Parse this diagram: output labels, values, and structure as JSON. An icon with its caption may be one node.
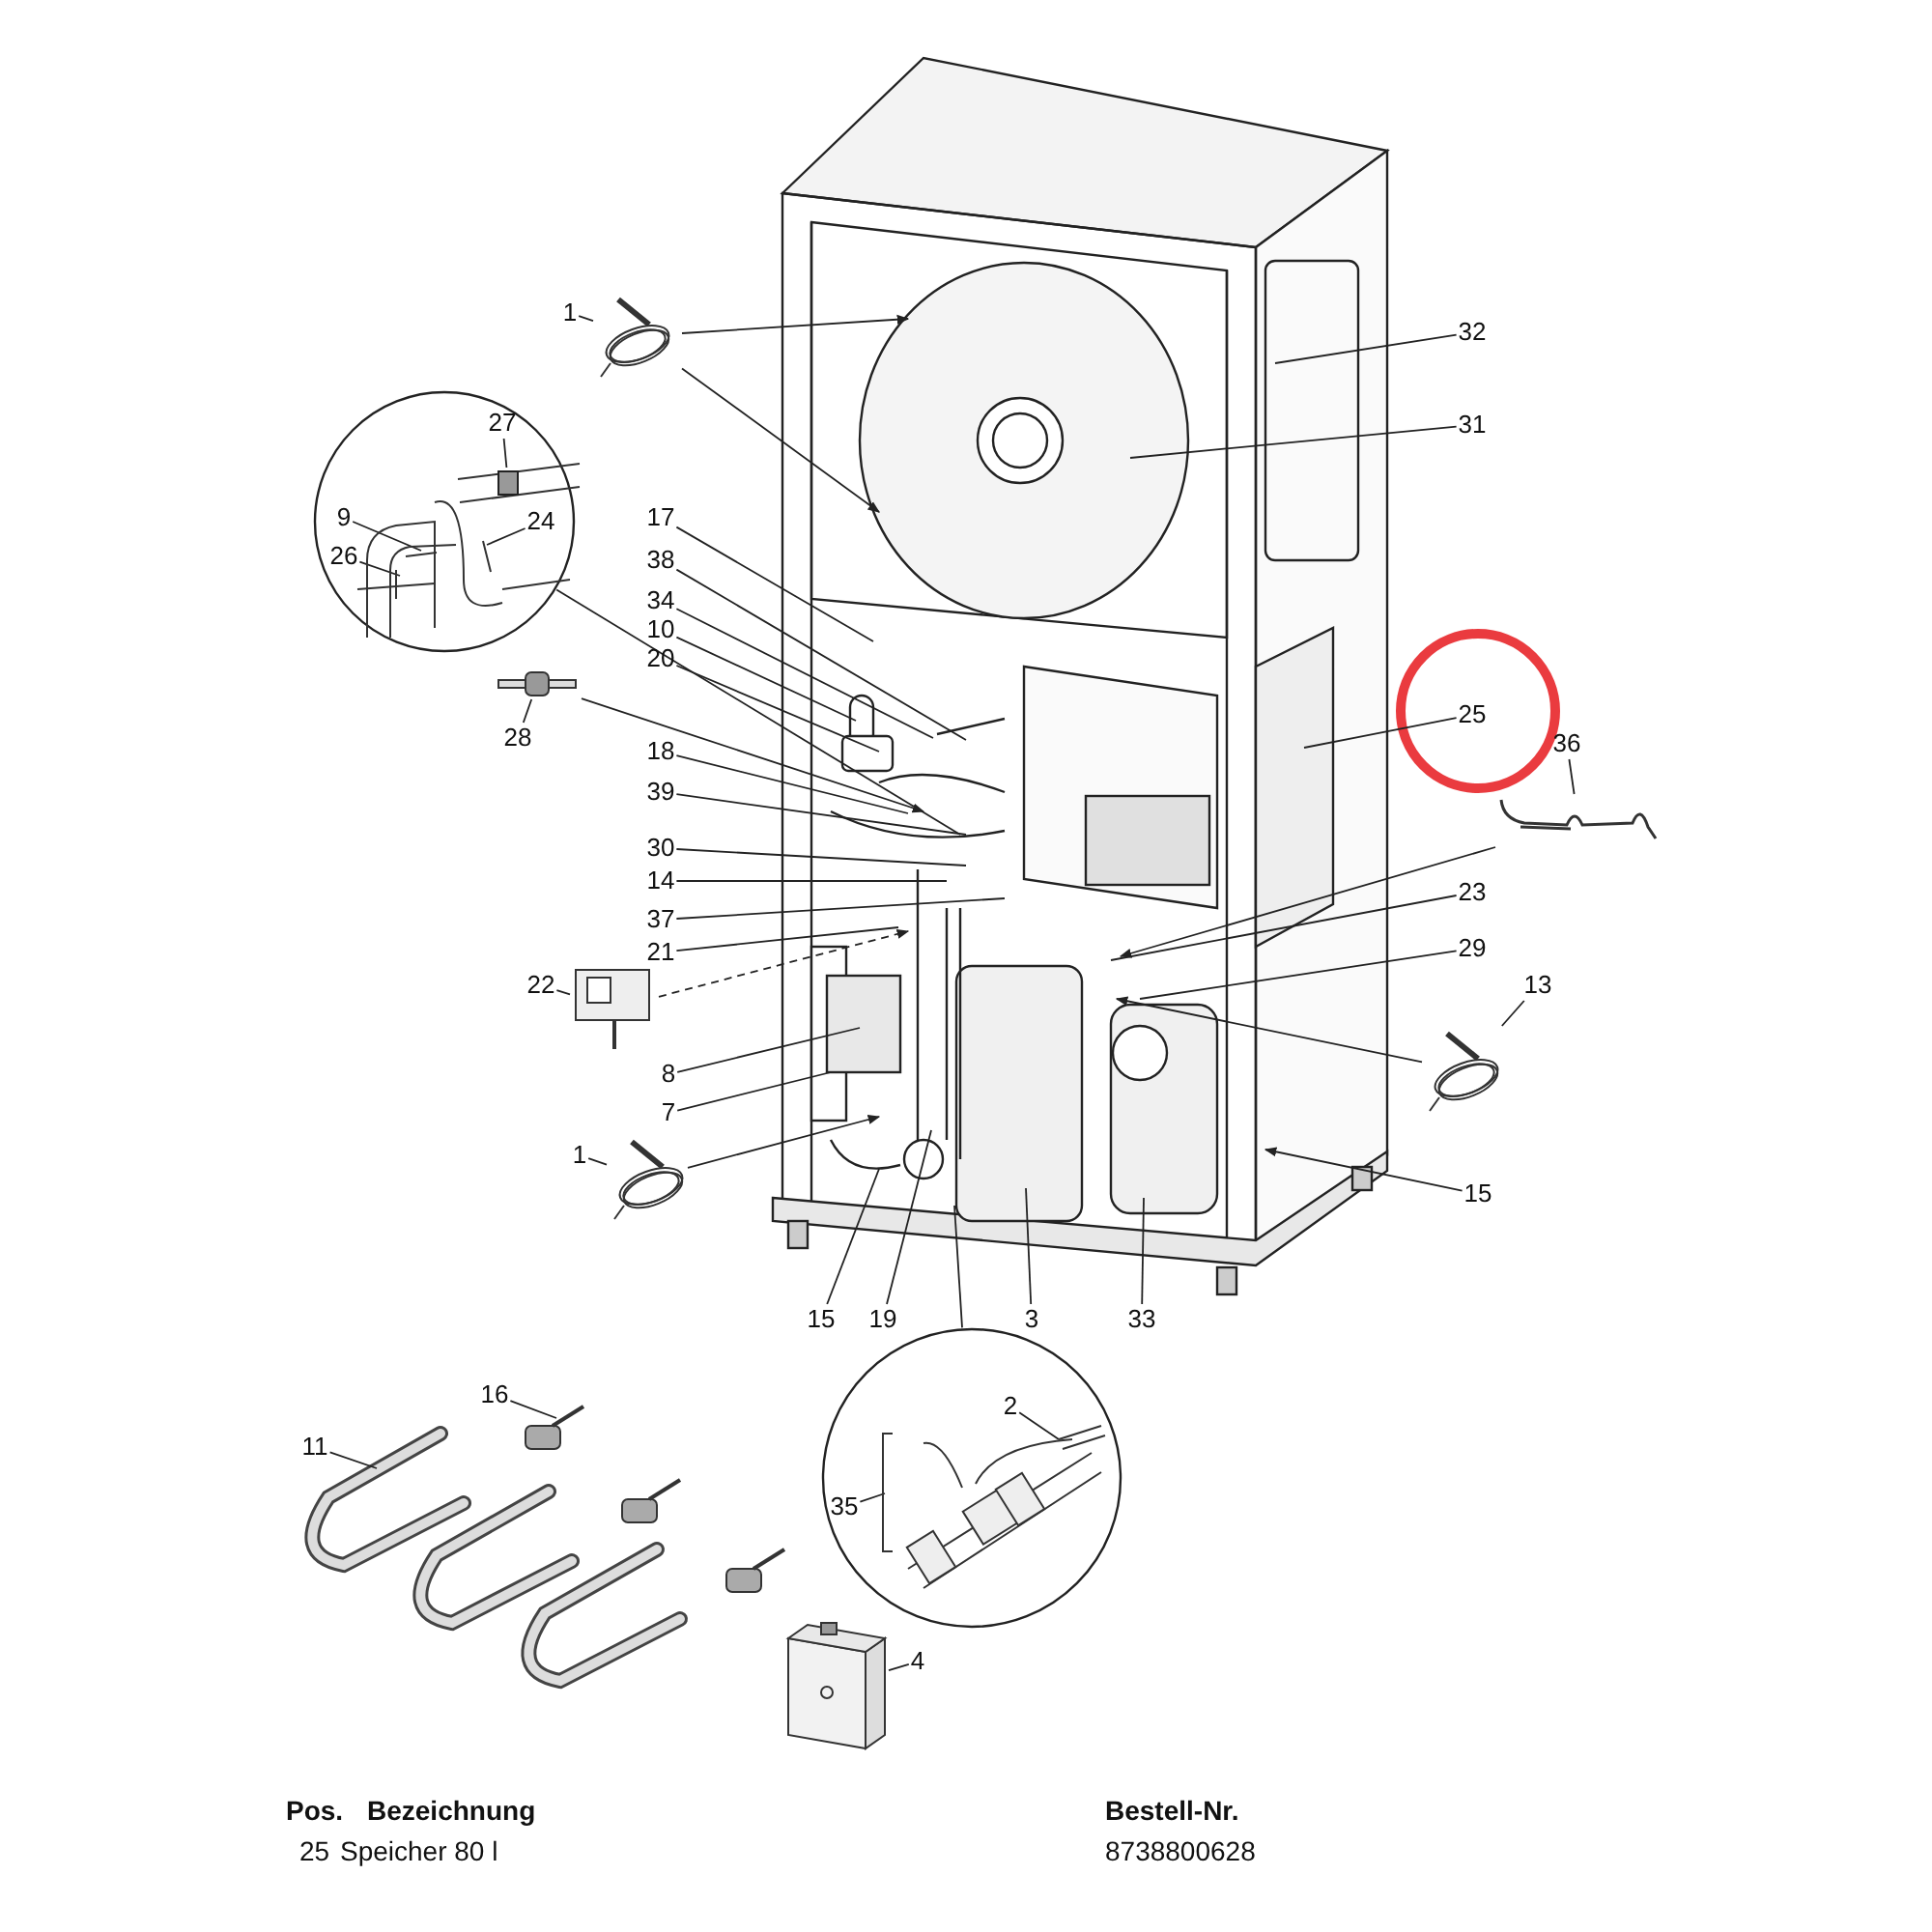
{
  "diagram": {
    "nodes": [
      {
        "text": [
          "1"
        ]
      },
      {
        "text": [],
        "shape": "picture"
      },
      {
        "text": [],
        "shape": "circle"
      },
      {
        "text": [
          "27"
        ],
        "in": 2
      },
      {
        "text": [
          "9"
        ],
        "in": 2
      },
      {
        "text": [
          "24"
        ],
        "in": 2
      },
      {
        "text": [
          "26"
        ],
        "in": 2
      },
      {
        "text": [
          "17"
        ]
      },
      {
        "text": [
          "38"
        ]
      },
      {
        "text": [
          "34"
        ]
      },
      {
        "text": [
          "10"
        ]
      },
      {
        "text": [
          "20"
        ]
      },
      {
        "text": [],
        "shape": "picture"
      },
      {
        "text": [
          "28"
        ]
      },
      {
        "text": [
          "18"
        ]
      },
      {
        "text": [
          "39"
        ]
      },
      {
        "text": [
          "30"
        ]
      },
      {
        "text": [
          "14"
        ]
      },
      {
        "text": [
          "37"
        ]
      },
      {
        "text": [
          "21"
        ]
      },
      {
        "text": [],
        "shape": "picture"
      },
      {
        "text": [
          "22"
        ]
      },
      {
        "text": [
          "8"
        ]
      },
      {
        "text": [
          "7"
        ]
      },
      {
        "text": [
          "1"
        ]
      },
      {
        "text": [],
        "shape": "picture"
      },
      {
        "text": [
          "15"
        ]
      },
      {
        "text": [
          "19"
        ]
      },
      {
        "text": [
          "3"
        ]
      },
      {
        "text": [
          "33"
        ]
      },
      {
        "text": [
          "32"
        ]
      },
      {
        "text": [
          "31"
        ]
      },
      {
        "text": [
          "25"
        ]
      },
      {
        "text": [
          "36"
        ]
      },
      {
        "text": [],
        "shape": "picture"
      },
      {
        "text": [
          "23"
        ]
      },
      {
        "text": [
          "29"
        ]
      },
      {
        "text": [
          "13"
        ]
      },
      {
        "text": [],
        "shape": "picture"
      },
      {
        "text": [
          "15"
        ]
      },
      {
        "text": [
          "16"
        ]
      },
      {
        "text": [
          "11"
        ]
      },
      {
        "text": [],
        "shape": "circle"
      },
      {
        "text": [
          "2"
        ],
        "in": 42
      },
      {
        "text": [
          "35"
        ],
        "in": 42
      },
      {
        "text": [
          "4"
        ]
      },
      {
        "text": [],
        "shape": "picture"
      },
      {
        "text": [],
        "shape": "box",
        "in": 2
      }
    ],
    "edges": [
      {
        "from": 0,
        "to": 1,
        "arrow": "none"
      },
      {
        "from": 1,
        "to": null,
        "arrow": "to"
      },
      {
        "from": 1,
        "to": null,
        "arrow": "to"
      },
      {
        "from": 3,
        "to": 47,
        "arrow": "none"
      },
      {
        "from": 4,
        "to": null,
        "arrow": "none"
      },
      {
        "from": 5,
        "to": null,
        "arrow": "none"
      },
      {
        "from": 6,
        "to": null,
        "arrow": "none"
      },
      {
        "from": 2,
        "to": null,
        "arrow": "none"
      },
      {
        "from": 7,
        "to": null,
        "arrow": "none"
      },
      {
        "from": 8,
        "to": null,
        "arrow": "none"
      },
      {
        "from": 9,
        "to": null,
        "arrow": "none"
      },
      {
        "from": 10,
        "to": null,
        "arrow": "none"
      },
      {
        "from": 11,
        "to": null,
        "arrow": "none"
      },
      {
        "from": 13,
        "to": 12,
        "arrow": "none"
      },
      {
        "from": 12,
        "to": null,
        "arrow": "to"
      },
      {
        "from": 14,
        "to": null,
        "arrow": "none"
      },
      {
        "from": 15,
        "to": null,
        "arrow": "none"
      },
      {
        "from": 16,
        "to": null,
        "arrow": "none"
      },
      {
        "from": 17,
        "to": null,
        "arrow": "none"
      },
      {
        "from": 18,
        "to": null,
        "arrow": "none"
      },
      {
        "from": 19,
        "to": null,
        "arrow": "none"
      },
      {
        "from": 21,
        "to": 20,
        "arrow": "none"
      },
      {
        "from": 20,
        "to": null,
        "arrow": "to",
        "style": "dashed"
      },
      {
        "from": 22,
        "to": null,
        "arrow": "none"
      },
      {
        "from": 23,
        "to": null,
        "arrow": "none"
      },
      {
        "from": 24,
        "to": 25,
        "arrow": "none"
      },
      {
        "from": 25,
        "to": null,
        "arrow": "to"
      },
      {
        "from": 26,
        "to": null,
        "arrow": "none"
      },
      {
        "from": 27,
        "to": null,
        "arrow": "none"
      },
      {
        "from": 28,
        "to": null,
        "arrow": "none"
      },
      {
        "from": 29,
        "to": null,
        "arrow": "none"
      },
      {
        "from": 30,
        "to": null,
        "arrow": "none"
      },
      {
        "from": 31,
        "to": null,
        "arrow": "none"
      },
      {
        "from": 32,
        "to": null,
        "arrow": "none"
      },
      {
        "from": 33,
        "to": 34,
        "arrow": "none"
      },
      {
        "from": 34,
        "to": null,
        "arrow": "to"
      },
      {
        "from": 35,
        "to": null,
        "arrow": "none"
      },
      {
        "from": 36,
        "to": null,
        "arrow": "none"
      },
      {
        "from": 37,
        "to": 38,
        "arrow": "none"
      },
      {
        "from": 38,
        "to": null,
        "arrow": "to"
      },
      {
        "from": 39,
        "to": null,
        "arrow": "to"
      },
      {
        "from": 40,
        "to": null,
        "arrow": "none"
      },
      {
        "from": 41,
        "to": null,
        "arrow": "none"
      },
      {
        "from": 42,
        "to": null,
        "arrow": "none"
      },
      {
        "from": 43,
        "to": null,
        "arrow": "none"
      },
      {
        "from": 44,
        "to": null,
        "arrow": "none"
      },
      {
        "from": 45,
        "to": 46,
        "arrow": "none"
      }
    ],
    "labels": [
      "Pos.",
      "Bezeichnung",
      "Bestell-Nr.",
      "25",
      "Speicher 80 l",
      "8738800628"
    ]
  }
}
